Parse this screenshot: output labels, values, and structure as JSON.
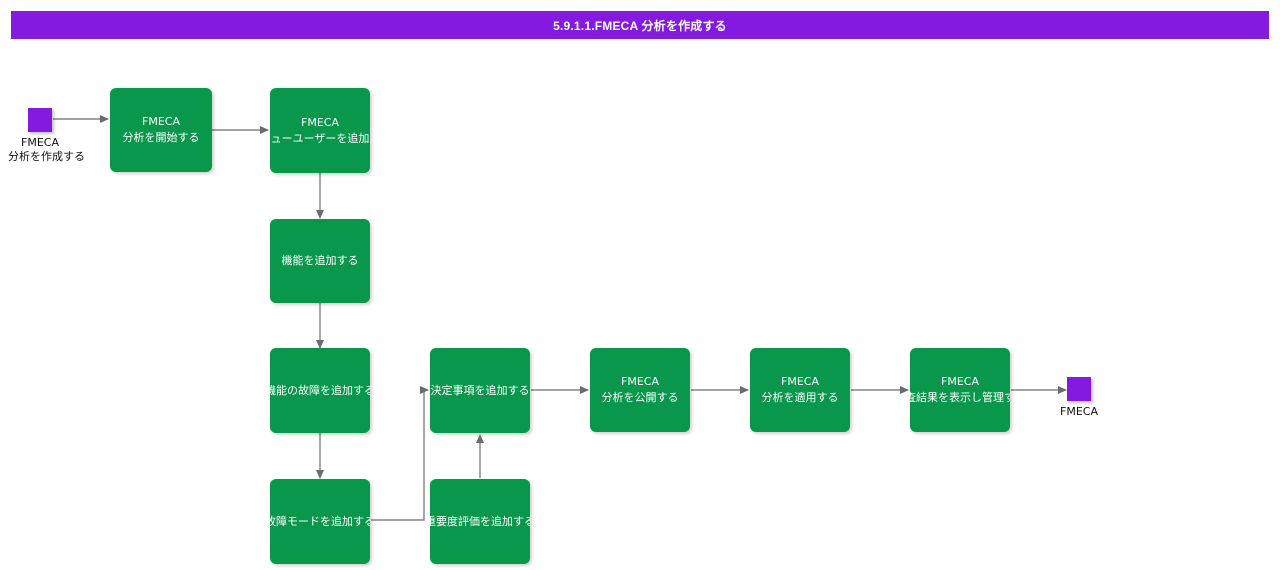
{
  "page": {
    "title": "5.9.1.1.FMECA 分析を作成する",
    "accent_color": "#8419e0",
    "node_color": "#09974b",
    "node_text_color": "#ffffff",
    "connector_color": "#6b6b6b",
    "background_color": "#ffffff"
  },
  "header": {
    "title": "5.9.1.1.FMECA 分析を作成する"
  },
  "start_node": {
    "name": "start-terminator",
    "line1": "FMECA",
    "line2": "分析を作成する",
    "color": "#8419e0"
  },
  "end_node": {
    "name": "end-terminator",
    "line1": "FMECA",
    "color": "#8419e0"
  },
  "nodes": [
    {
      "id": "start-analysis",
      "line1": "FMECA",
      "line2": "分析を開始する"
    },
    {
      "id": "add-review-users",
      "line1": "FMECA",
      "line2": "レビューユーザーを追加する"
    },
    {
      "id": "add-function",
      "line1": "",
      "line2": "機能を追加する"
    },
    {
      "id": "add-function-fail",
      "line1": "",
      "line2": "機能の故障を追加する"
    },
    {
      "id": "add-failure-mode",
      "line1": "",
      "line2": "故障モードを追加する"
    },
    {
      "id": "add-criticality",
      "line1": "",
      "line2": "重要度評価を追加する"
    },
    {
      "id": "add-decision",
      "line1": "",
      "line2": "決定事項を追加する"
    },
    {
      "id": "publish-analysis",
      "line1": "FMECA",
      "line2": "分析を公開する"
    },
    {
      "id": "apply-analysis",
      "line1": "FMECA",
      "line2": "分析を適用する"
    },
    {
      "id": "show-results",
      "line1": "FMECA",
      "line2": "調査結果を表示し管理する"
    }
  ]
}
